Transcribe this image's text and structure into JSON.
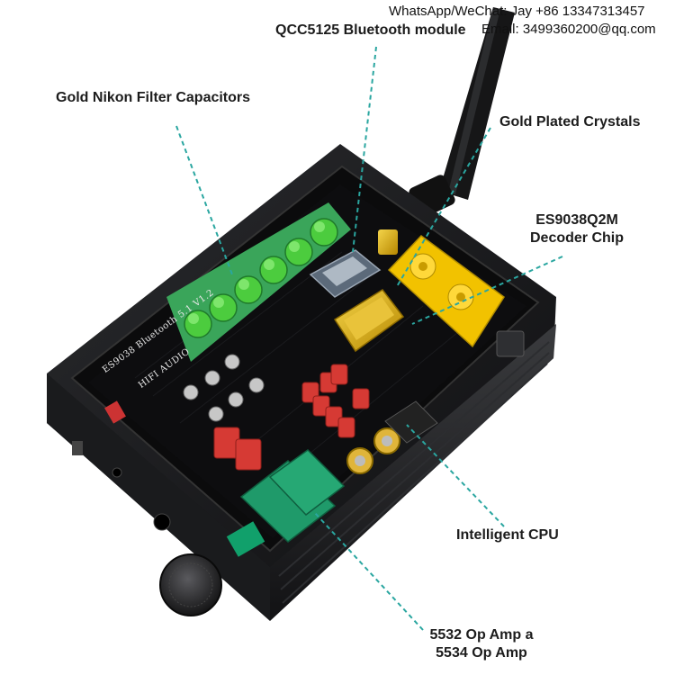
{
  "contact": {
    "whatsapp": "WhatsApp/WeChat: Jay +86 13347313457",
    "email": "Email: 3499360200@qq.com"
  },
  "callouts": {
    "bluetooth_module": "QCC5125 Bluetooth module",
    "filter_capacitors": "Gold Nikon Filter Capacitors",
    "crystals": "Gold Plated Crystals",
    "decoder_line1": "ES9038Q2M",
    "decoder_line2": "Decoder Chip",
    "cpu": "Intelligent CPU",
    "opamp_line1": "5532 Op Amp a",
    "opamp_line2": "5534 Op Amp"
  },
  "board_silkscreen": {
    "model": "ES9038 Bluetooth 5.1 V1.2",
    "brand": "HIFI AUDIO"
  },
  "colors": {
    "callout_line": "#2aa6a0",
    "enclosure": "#1e1f22",
    "pcb": "#0d0d0f",
    "capacitor_green": "#3fbf45",
    "gold": "#d9a400",
    "rca_yellow": "#f2c200"
  }
}
